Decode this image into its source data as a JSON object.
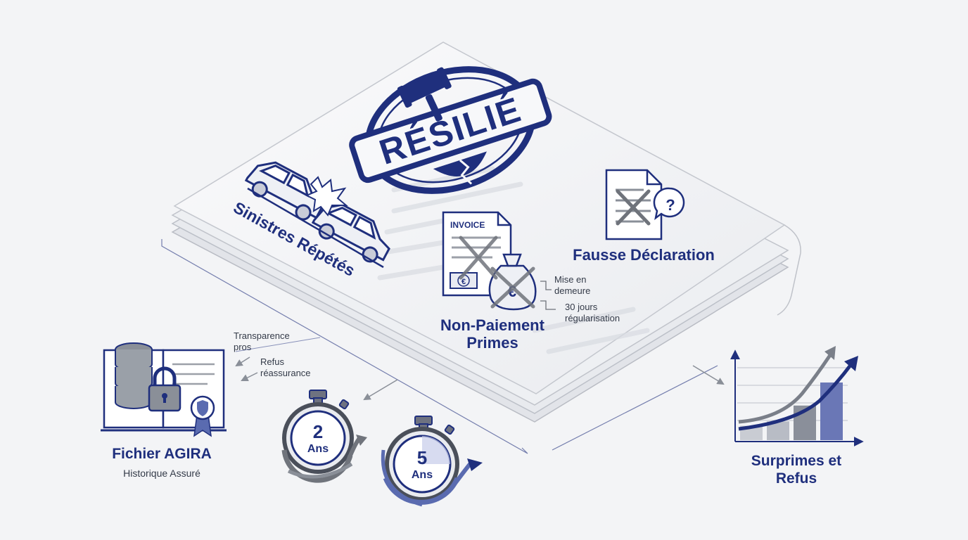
{
  "colors": {
    "navy": "#1f2f7d",
    "gray": "#7a7f89",
    "light_blue": "#5a6bb0",
    "paper": "#f7f8fa"
  },
  "stamp": {
    "text": "RÉSILIÉ",
    "icon": "gavel-icon"
  },
  "sinistres": {
    "label": "Sinistres Répétés",
    "icon": "car-crash-icon"
  },
  "non_paiement": {
    "label_line1": "Non-Paiement",
    "label_line2": "Primes",
    "invoice_label": "INVOICE",
    "currency_symbol": "€",
    "note1_line1": "Mise en",
    "note1_line2": "demeure",
    "note2_line1": "30 jours",
    "note2_line2": "régularisation"
  },
  "fausse": {
    "label": "Fausse Déclaration",
    "icon": "question-doc-icon"
  },
  "agira": {
    "title": "Fichier AGIRA",
    "subtitle": "Historique Assuré",
    "note1_line1": "Transparence",
    "note1_line2": "pros",
    "note2_line1": "Refus",
    "note2_line2": "réassurance"
  },
  "timers": [
    {
      "number": "2",
      "unit": "Ans"
    },
    {
      "number": "5",
      "unit": "Ans"
    }
  ],
  "surprimes": {
    "label_line1": "Surprimes et",
    "label_line2": "Refus",
    "bar_values": [
      1,
      1.3,
      2.4,
      4
    ]
  }
}
